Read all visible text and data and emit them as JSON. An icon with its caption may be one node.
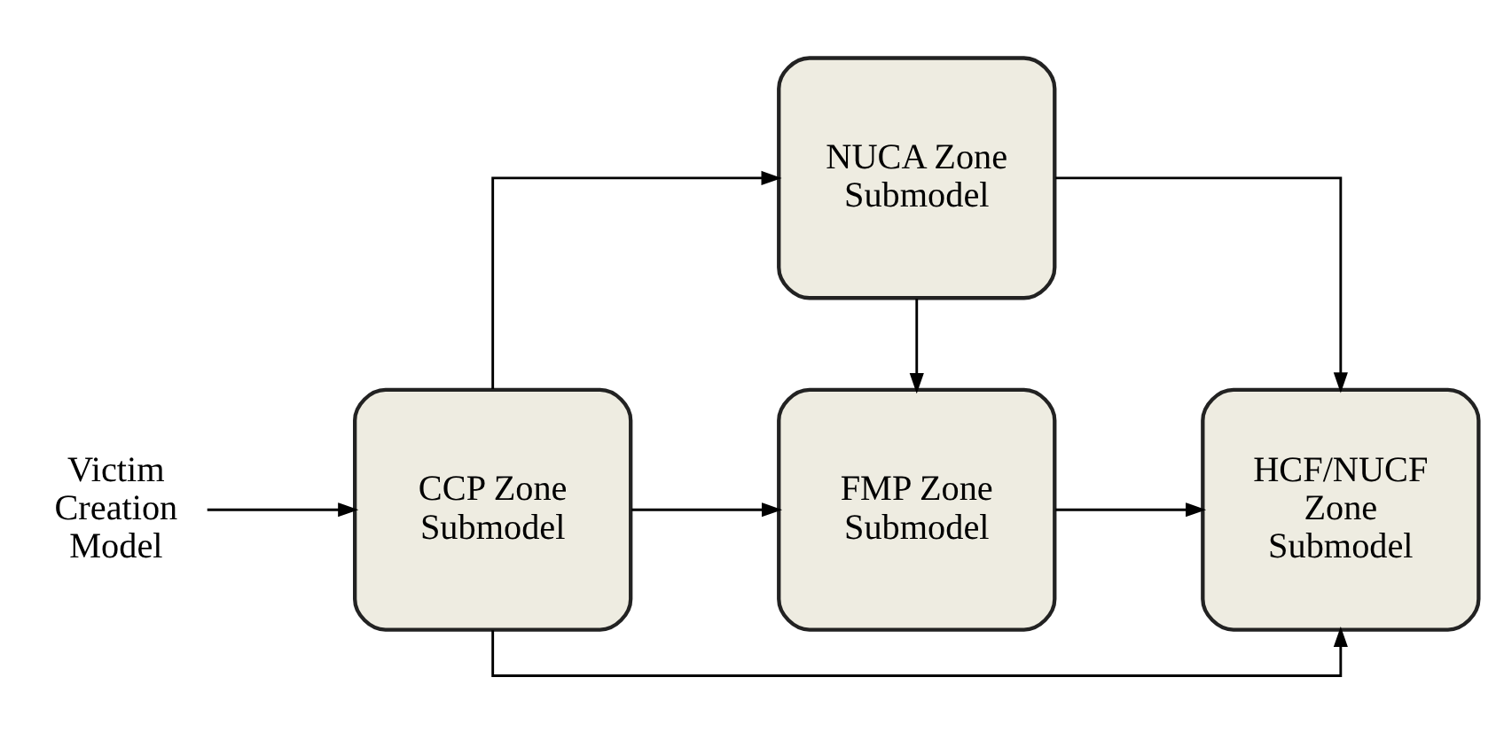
{
  "diagram": {
    "nodes": [
      {
        "text": [
          "NUCA Zone Submodel"
        ]
      },
      {
        "text": [
          "Victim Creation Model"
        ]
      },
      {
        "text": [
          "CCP Zone Submodel"
        ]
      },
      {
        "text": [
          "FMP Zone Submodel"
        ]
      },
      {
        "text": [
          "HCF/NUCF Zone Submodel"
        ]
      }
    ],
    "edges": [
      {
        "from": 1,
        "to": 2,
        "arrow": "to"
      },
      {
        "from": 2,
        "to": 0,
        "arrow": "to"
      },
      {
        "from": 0,
        "to": 3,
        "arrow": "to"
      },
      {
        "from": 0,
        "to": 4,
        "arrow": "to"
      },
      {
        "from": 2,
        "to": 3,
        "arrow": "to"
      },
      {
        "from": 3,
        "to": 4,
        "arrow": "to"
      },
      {
        "from": 2,
        "to": 4,
        "arrow": "to"
      }
    ]
  }
}
